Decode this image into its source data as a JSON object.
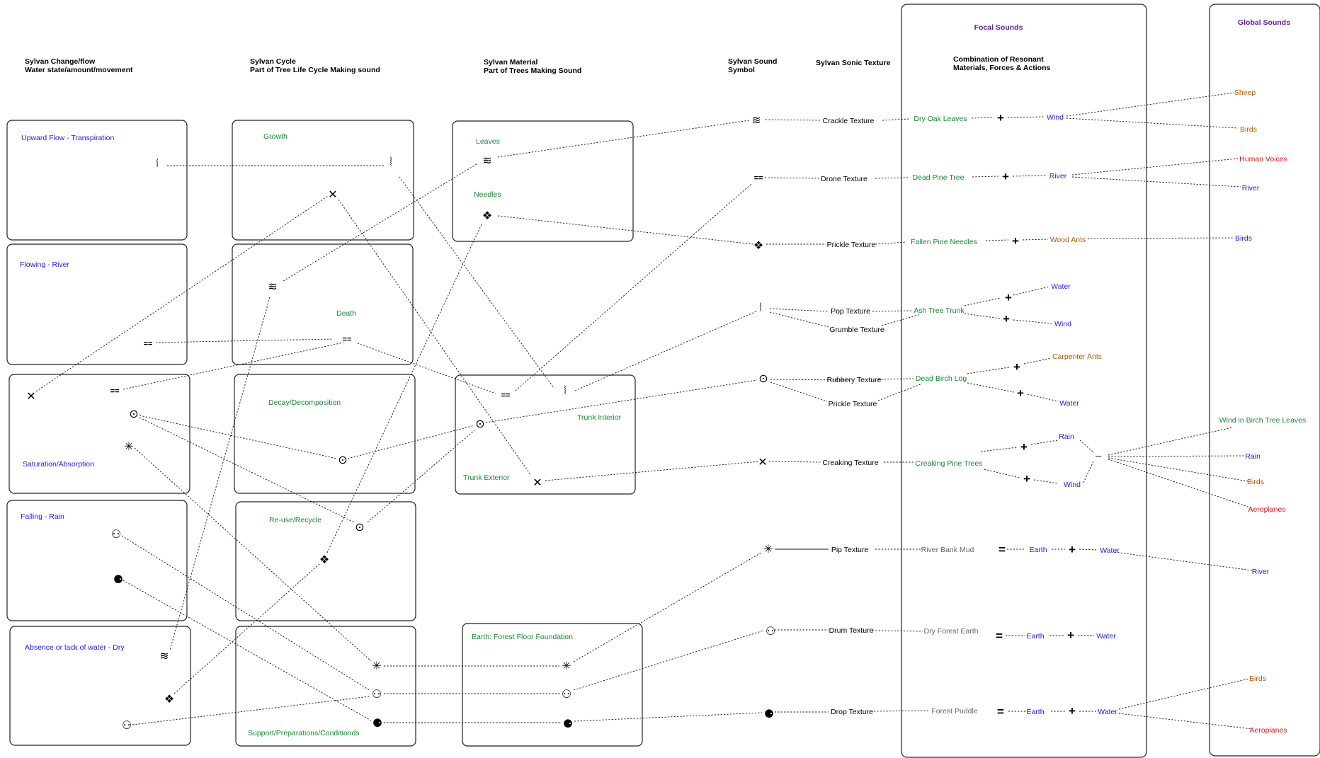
{
  "headers": {
    "change_title": "Sylvan Change/flow",
    "change_sub": "Water state/amount/movement",
    "cycle_title": "Sylvan Cycle",
    "cycle_sub": "Part of Tree Life Cycle Making sound",
    "material_title": "Sylvan Material",
    "material_sub": "Part of Trees Making Sound",
    "symbol_title": "Sylvan Sound",
    "symbol_sub": "Symbol",
    "texture_title": "Sylvan Sonic Texture",
    "combo_title": "Combination of Resonant",
    "combo_sub": "Materials, Forces & Actions",
    "focal_title": "Focal Sounds",
    "global_title": "Global Sounds"
  },
  "water_states": [
    "Upward Flow - Transpiration",
    "Flowing - River",
    "Saturation/Absorption",
    "Falling - Rain",
    "Absence or lack of water - Dry"
  ],
  "cycle_stages": [
    "Growth",
    "Death",
    "Decay/Decomposition",
    "Re-use/Recycle",
    "Support/Preparations/Conditionds"
  ],
  "materials": [
    "Leaves",
    "Needles",
    "Trunk Interior",
    "Trunk Exterior",
    "Earth: Forest Floor Foundation"
  ],
  "textures": [
    "Crackle Texture",
    "Drone Texture",
    "Prickle Texture",
    "Pop Texture",
    "Grumble Texture",
    "Rubbery Texture",
    "Prickle Texture",
    "Creaking Texture",
    "Pip Texture",
    "Drum Texture",
    "Drop Texture"
  ],
  "focal_sounds": [
    "Dry Oak Leaves",
    "Dead Pine Tree",
    "Fallen Pine Needles",
    "Ash Tree Trunk",
    "Dead Birch Log",
    "Creaking Pine Trees",
    "River Bank Mud",
    "Dry Forest Earth",
    "Forest Puddle"
  ],
  "forces": [
    "Wind",
    "River",
    "Wood Ants",
    "Water",
    "Wind",
    "Carpenter Ants",
    "Water",
    "Rain",
    "Wind",
    "Earth",
    "Water",
    "Earth",
    "Water",
    "Earth",
    "Water"
  ],
  "global_sounds": [
    "Sheep",
    "Birds",
    "Human Voices",
    "River",
    "Birds",
    "Wind in Birch Tree Leaves",
    "Rain",
    "Birds",
    "Aeroplanes",
    "River",
    "Birds",
    "Aeroplanes"
  ],
  "operators": {
    "plus": "+",
    "equals": "="
  },
  "symbols": {
    "squiggle": "⦚",
    "waves": "≋",
    "double_dash": "==",
    "diamond": "❖",
    "circle_dot": "⊙",
    "cross": "✕",
    "asterisk": "✳",
    "smile": "⚇",
    "dark_smile": "⚈"
  },
  "colors": {
    "water_state": "#1a1aff",
    "tree": "#118c2e",
    "animal": "#b35900",
    "human": "#ee1111",
    "earth_material": "#666666",
    "header_purple": "#5b1fa6"
  }
}
